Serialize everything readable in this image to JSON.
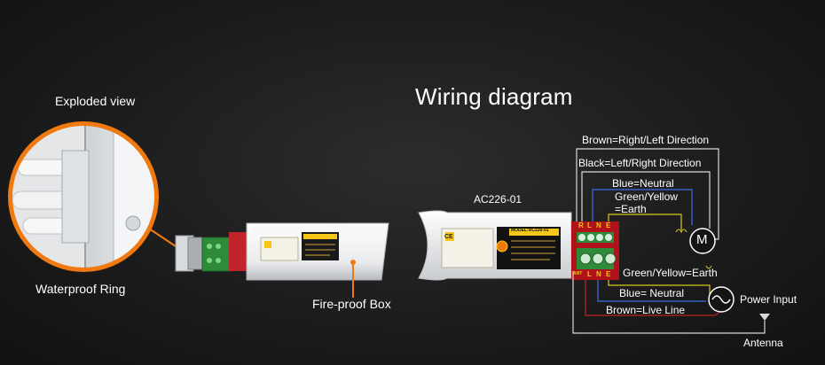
{
  "title": "Wiring diagram",
  "labels": {
    "exploded_view": "Exploded view",
    "waterproof_ring": "Waterproof Ring",
    "fire_proof_box": "Fire-proof Box",
    "model": "AC226-01",
    "antenna": "Antenna",
    "power_input": "Power Input",
    "motor_symbol": "M"
  },
  "motor_wires": {
    "brown": "Brown=Right/Left Direction",
    "black": "Black=Left/Right Direction",
    "blue": "Blue=Neutral",
    "green_yellow_1": "Green/Yellow",
    "green_yellow_2": "=Earth"
  },
  "power_wires": {
    "green_yellow": "Green/Yellow=Earth",
    "blue": "Blue= Neutral",
    "brown": "Brown=Live Line"
  },
  "terminal_top": [
    "R",
    "L",
    "N",
    "E"
  ],
  "terminal_bottom": [
    "L",
    "N",
    "E"
  ],
  "terminal_ant": "ANT",
  "device_label": {
    "model_tag": "MODEL:AC226-01",
    "ce_mark": "CE"
  },
  "colors": {
    "background": "#1c1c1c",
    "accent_orange": "#f07a10",
    "terminal_red": "#b0121a",
    "terminal_green": "#2e8b3a",
    "label_yellow": "#f5c518",
    "wire_white": "#d8d8d8",
    "wire_blue": "#3a6ee8",
    "wire_yellow": "#d8c820",
    "wire_brown": "#8a4a1a",
    "wire_red": "#c0242a"
  }
}
